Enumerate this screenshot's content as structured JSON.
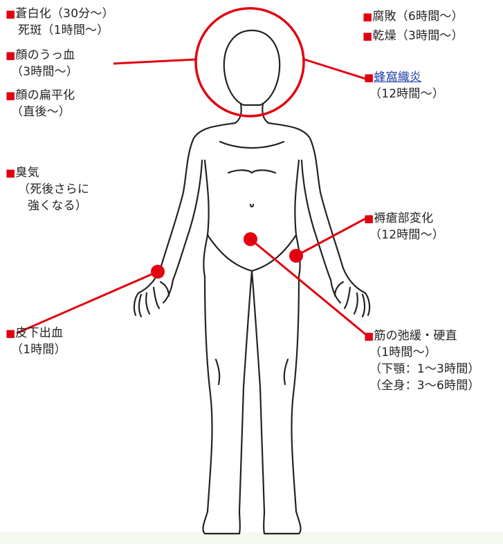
{
  "colors": {
    "marker": "#e2000f",
    "line": "#e2000f",
    "link": "#1a3aa8",
    "bottom_band": "#f4f8ee"
  },
  "bullet": "■",
  "left_labels": {
    "pallor": {
      "title": "蒼白化（30分～）",
      "sub": "死斑（1時間～）"
    },
    "congestion": {
      "title": "顔のうっ血",
      "sub": "（3時間～）"
    },
    "flattening": {
      "title": "顔の扁平化",
      "sub": "（直後～）"
    },
    "odor": {
      "title": "臭気",
      "sub1": "（死後さらに",
      "sub2": "強くなる）"
    },
    "bleeding": {
      "title": "皮下出血",
      "sub": "（1時間）"
    }
  },
  "right_labels": {
    "decay": {
      "title": "腐敗（6時間～）"
    },
    "drying": {
      "title": "乾燥（3時間～）"
    },
    "cellulitis": {
      "title": "蜂窩織炎",
      "sub": "（12時間～）"
    },
    "bedsore": {
      "title": "褥瘡部変化",
      "sub": "（12時間～）"
    },
    "muscle": {
      "title": "筋の弛緩・硬直",
      "sub1": "（1時間～）",
      "sub2": "（下顎：1～3時間）",
      "sub3": "（全身：3～6時間）"
    }
  }
}
